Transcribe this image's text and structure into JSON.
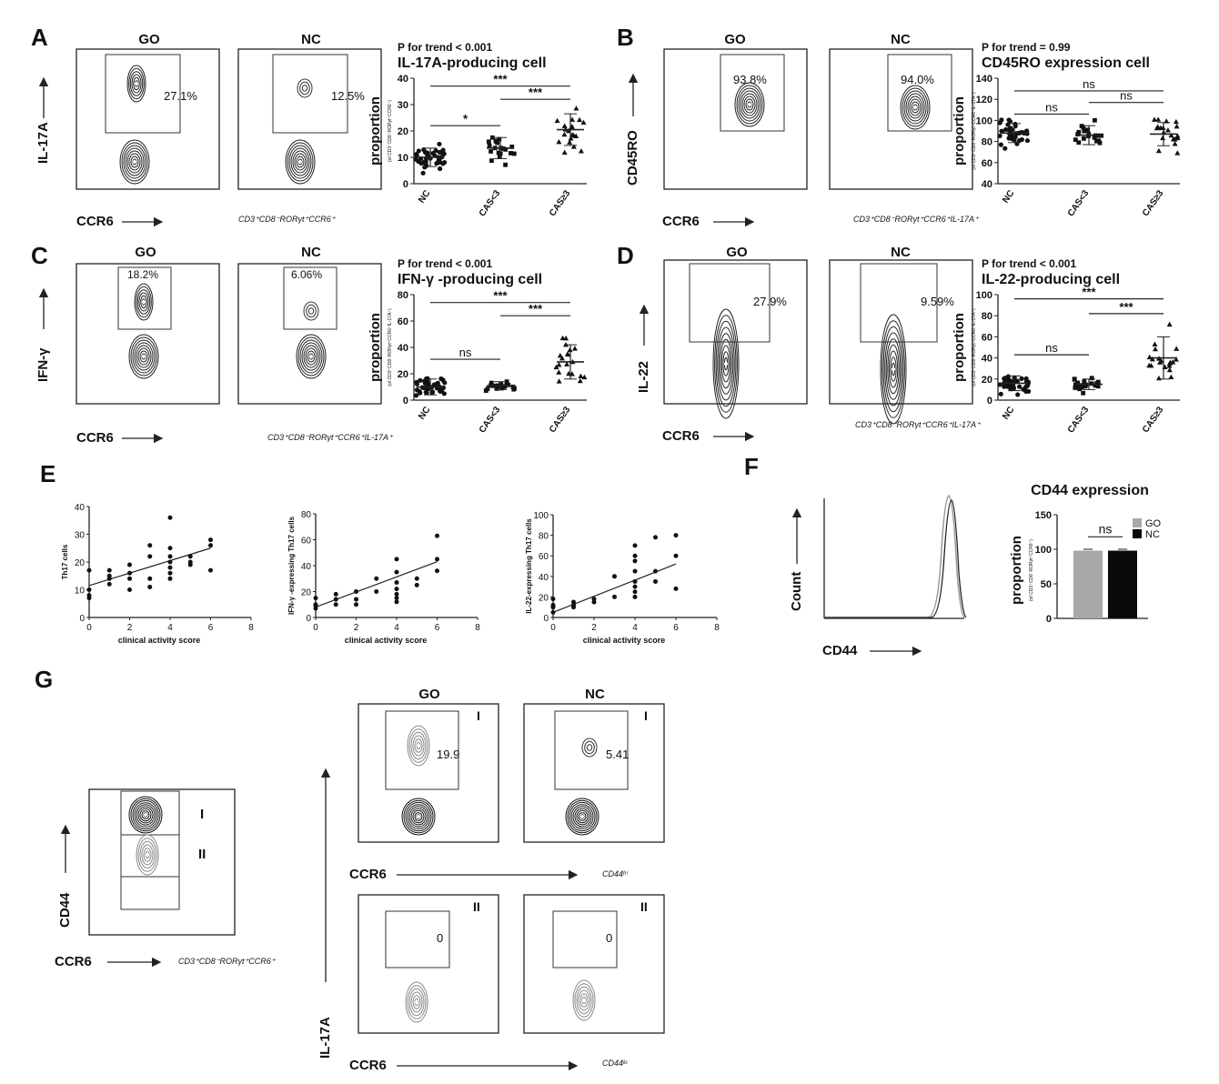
{
  "panel_letters": [
    "A",
    "B",
    "C",
    "D",
    "E",
    "F",
    "G"
  ],
  "flow": {
    "A_go": {
      "col": "GO",
      "pct": "27.1%",
      "ylabel": "IL-17A",
      "xlabel": "CCR6"
    },
    "A_nc": {
      "col": "NC",
      "pct": "12.5%",
      "gate": "CD3⁺CD8⁻RORγt⁺CCR6⁺"
    },
    "B_go": {
      "col": "GO",
      "pct": "93.8%",
      "ylabel": "CD45RO",
      "xlabel": "CCR6"
    },
    "B_nc": {
      "col": "NC",
      "pct": "94.0%",
      "gate": "CD3⁺CD8⁻RORγt⁺CCR6⁺IL-17A⁺"
    },
    "C_go": {
      "col": "GO",
      "pct": "18.2%",
      "ylabel": "IFN-γ",
      "xlabel": "CCR6"
    },
    "C_nc": {
      "col": "NC",
      "pct": "6.06%",
      "gate": "CD3⁺CD8⁻RORγt⁺CCR6⁺IL-17A⁺"
    },
    "D_go": {
      "col": "GO",
      "pct": "27.9%",
      "ylabel": "IL-22",
      "xlabel": "CCR6"
    },
    "D_nc": {
      "col": "NC",
      "pct": "9.59%",
      "gate": "CD3⁺CD8⁻RORγt⁺CCR6⁺IL-17A⁺"
    }
  },
  "panel_G": {
    "gating": {
      "ylabel": "CD44",
      "xlabel": "CCR6",
      "gate": "CD3⁺CD8⁻RORγt⁺CCR6⁺",
      "g1": "I",
      "g2": "II"
    },
    "cols": [
      "GO",
      "NC"
    ],
    "top_go": {
      "pct": "19.9",
      "roman": "I"
    },
    "top_nc": {
      "pct": "5.41",
      "roman": "I"
    },
    "bot_go": {
      "pct": "0",
      "roman": "II"
    },
    "bot_nc": {
      "pct": "0",
      "roman": "II"
    },
    "xlabel": "CCR6",
    "ylabel": "IL-17A",
    "gate_hi": "CD44ʰⁱ",
    "gate_lo": "CD44ˡᵒ"
  },
  "panel_F_hist": {
    "ylabel": "Count",
    "xlabel": "CD44"
  },
  "chart_data": [
    {
      "type": "scatter",
      "panel": "A",
      "trend": "P for trend < 0.001",
      "title": "IL-17A-producing cell",
      "ylabel": "proportion",
      "ysub": "(of CD3⁺CD8⁻RORγt⁺CCR6⁺)",
      "categories": [
        "NC",
        "CAS<3",
        "CAS≥3"
      ],
      "ylim": [
        0,
        40
      ],
      "yticks": [
        0,
        10,
        20,
        30,
        40
      ],
      "means": [
        10,
        13.5,
        20.5
      ],
      "sd": [
        3.5,
        4,
        6
      ],
      "n": [
        40,
        20,
        20
      ],
      "sig": [
        {
          "from": 0,
          "to": 2,
          "label": "***",
          "y": 37
        },
        {
          "from": 1,
          "to": 2,
          "label": "***",
          "y": 32
        },
        {
          "from": 0,
          "to": 1,
          "label": "*",
          "y": 22
        }
      ]
    },
    {
      "type": "scatter",
      "panel": "B",
      "trend": "P for trend = 0.99",
      "title": "CD45RO expression cell",
      "ylabel": "proportion",
      "ysub": "(of CD3⁺CD8⁻RORγt⁺CCR6⁺IL-17A⁺)",
      "categories": [
        "NC",
        "CAS<3",
        "CAS≥3"
      ],
      "ylim": [
        40,
        140
      ],
      "yticks": [
        40,
        60,
        80,
        100,
        120,
        140
      ],
      "means": [
        88,
        86,
        87
      ],
      "sd": [
        9,
        9,
        11
      ],
      "n": [
        40,
        20,
        20
      ],
      "sig": [
        {
          "from": 0,
          "to": 2,
          "label": "ns",
          "y": 128
        },
        {
          "from": 1,
          "to": 2,
          "label": "ns",
          "y": 117
        },
        {
          "from": 0,
          "to": 1,
          "label": "ns",
          "y": 106
        }
      ]
    },
    {
      "type": "scatter",
      "panel": "C",
      "trend": "P for trend < 0.001",
      "title": "IFN-γ -producing cell",
      "ylabel": "proportion",
      "ysub": "(of CD3⁺CD8⁻RORγt⁺CCR6⁺IL-17A⁺)",
      "categories": [
        "NC",
        "CAS<3",
        "CAS≥3"
      ],
      "ylim": [
        0,
        80
      ],
      "yticks": [
        0,
        20,
        40,
        60,
        80
      ],
      "means": [
        10,
        11,
        29
      ],
      "sd": [
        6,
        3,
        13
      ],
      "n": [
        40,
        20,
        20
      ],
      "sig": [
        {
          "from": 0,
          "to": 2,
          "label": "***",
          "y": 74
        },
        {
          "from": 1,
          "to": 2,
          "label": "***",
          "y": 64
        },
        {
          "from": 0,
          "to": 1,
          "label": "ns",
          "y": 31
        }
      ]
    },
    {
      "type": "scatter",
      "panel": "D",
      "trend": "P for trend < 0.001",
      "title": "IL-22-producing cell",
      "ylabel": "proportion",
      "ysub": "(of CD3⁺CD8⁻RORγt⁺CCR6⁺IL-17A⁺)",
      "categories": [
        "NC",
        "CAS<3",
        "CAS≥3"
      ],
      "ylim": [
        0,
        100
      ],
      "yticks": [
        0,
        20,
        40,
        60,
        80,
        100
      ],
      "means": [
        16,
        15,
        40
      ],
      "sd": [
        7,
        5,
        20
      ],
      "n": [
        40,
        20,
        20
      ],
      "sig": [
        {
          "from": 0,
          "to": 2,
          "label": "***",
          "y": 96
        },
        {
          "from": 1,
          "to": 2,
          "label": "***",
          "y": 82
        },
        {
          "from": 0,
          "to": 1,
          "label": "ns",
          "y": 43
        }
      ]
    },
    {
      "type": "scatter",
      "panel": "E1",
      "xlabel": "clinical activity score",
      "ylabel": "Th17 cells",
      "xlim": [
        0,
        8
      ],
      "ylim": [
        0,
        40
      ],
      "xticks": [
        0,
        2,
        4,
        6,
        8
      ],
      "yticks": [
        0,
        10,
        20,
        30,
        40
      ],
      "x": [
        0,
        0,
        0,
        0,
        1,
        1,
        1,
        1,
        2,
        2,
        2,
        2,
        3,
        3,
        3,
        3,
        4,
        4,
        4,
        4,
        4,
        4,
        4,
        5,
        5,
        5,
        6,
        6,
        6
      ],
      "y": [
        8,
        7,
        10,
        17,
        12,
        14,
        15,
        17,
        10,
        14,
        16,
        19,
        11,
        14,
        22,
        26,
        14,
        16,
        18,
        20,
        22,
        25,
        36,
        19,
        20,
        22,
        17,
        26,
        28
      ],
      "fit": [
        [
          0,
          11.5
        ],
        [
          6,
          25
        ]
      ]
    },
    {
      "type": "scatter",
      "panel": "E2",
      "xlabel": "clinical activity score",
      "ylabel": "IFN-γ -expressing Th17 cells",
      "xlim": [
        0,
        8
      ],
      "ylim": [
        0,
        80
      ],
      "xticks": [
        0,
        2,
        4,
        6,
        8
      ],
      "yticks": [
        0,
        20,
        40,
        60,
        80
      ],
      "x": [
        0,
        0,
        0,
        0,
        1,
        1,
        1,
        2,
        2,
        2,
        3,
        3,
        4,
        4,
        4,
        4,
        4,
        4,
        4,
        5,
        5,
        6,
        6,
        6
      ],
      "y": [
        7,
        9,
        10,
        15,
        10,
        14,
        18,
        10,
        14,
        20,
        20,
        30,
        12,
        15,
        18,
        22,
        27,
        35,
        45,
        25,
        30,
        36,
        45,
        63
      ],
      "fit": [
        [
          0,
          8
        ],
        [
          6,
          43
        ]
      ]
    },
    {
      "type": "scatter",
      "panel": "E3",
      "xlabel": "clinical activity score",
      "ylabel": "IL-22-expressing Th17 cells",
      "xlim": [
        0,
        8
      ],
      "ylim": [
        0,
        100
      ],
      "xticks": [
        0,
        2,
        4,
        6,
        8
      ],
      "yticks": [
        0,
        20,
        40,
        60,
        80,
        100
      ],
      "x": [
        0,
        0,
        0,
        0,
        1,
        1,
        1,
        2,
        2,
        3,
        3,
        4,
        4,
        4,
        4,
        4,
        4,
        4,
        4,
        5,
        5,
        5,
        6,
        6,
        6
      ],
      "y": [
        5,
        10,
        12,
        18,
        10,
        12,
        15,
        15,
        18,
        20,
        40,
        20,
        25,
        30,
        35,
        45,
        55,
        60,
        70,
        35,
        45,
        78,
        28,
        60,
        80
      ],
      "fit": [
        [
          0,
          5
        ],
        [
          6,
          52
        ]
      ]
    },
    {
      "type": "bar",
      "panel": "F",
      "title": "CD44 expression",
      "ylabel": "proportion",
      "ysub": "(of CD3⁺CD8⁻RORγt⁺CCR6⁺)",
      "categories": [
        "GO",
        "NC"
      ],
      "values": [
        98,
        98
      ],
      "colors": [
        "#a8a8a8",
        "#0a0a0a"
      ],
      "ylim": [
        0,
        150
      ],
      "yticks": [
        0,
        50,
        100,
        150
      ],
      "legend": [
        "GO",
        "NC"
      ],
      "sig": [
        {
          "from": 0,
          "to": 1,
          "label": "ns",
          "y": 118
        }
      ]
    }
  ]
}
